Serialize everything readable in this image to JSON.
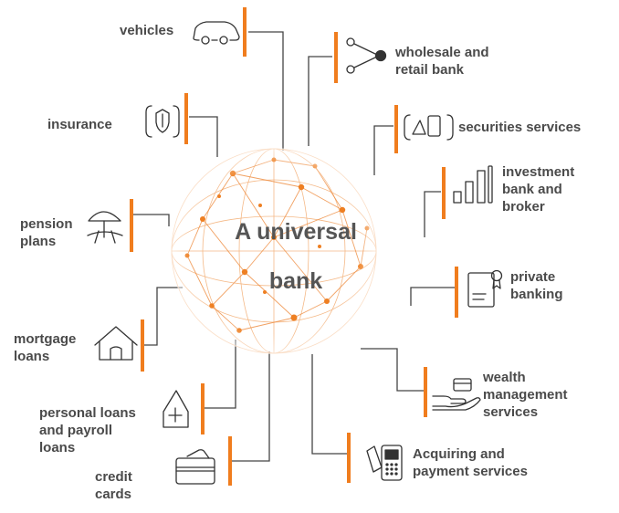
{
  "center": {
    "line1": "A universal",
    "line2": "bank"
  },
  "colors": {
    "accent": "#f07d1e",
    "connector": "#444444",
    "icon": "#333333",
    "text": "#4a4a4a"
  },
  "services": [
    {
      "id": "vehicles",
      "label": "vehicles",
      "icon": "car-icon"
    },
    {
      "id": "wholesale",
      "label": "wholesale and\nretail bank",
      "icon": "network-icon"
    },
    {
      "id": "insurance",
      "label": "insurance",
      "icon": "shield-icon"
    },
    {
      "id": "securities",
      "label": "securities services",
      "icon": "securities-icon"
    },
    {
      "id": "investment",
      "label": "investment\nbank and\nbroker",
      "icon": "bar-chart-icon"
    },
    {
      "id": "pension",
      "label": "pension\nplans",
      "icon": "umbrella-icon"
    },
    {
      "id": "private",
      "label": "private\nbanking",
      "icon": "certificate-icon"
    },
    {
      "id": "mortgage",
      "label": "mortgage\nloans",
      "icon": "house-icon"
    },
    {
      "id": "wealth",
      "label": "wealth\nmanagement\nservices",
      "icon": "money-hand-icon"
    },
    {
      "id": "personal",
      "label": "personal loans\nand payroll\nloans",
      "icon": "plus-tag-icon"
    },
    {
      "id": "credit",
      "label": "credit\ncards",
      "icon": "credit-card-icon"
    },
    {
      "id": "acquiring",
      "label": "Acquiring and\npayment services",
      "icon": "pos-terminal-icon"
    }
  ]
}
